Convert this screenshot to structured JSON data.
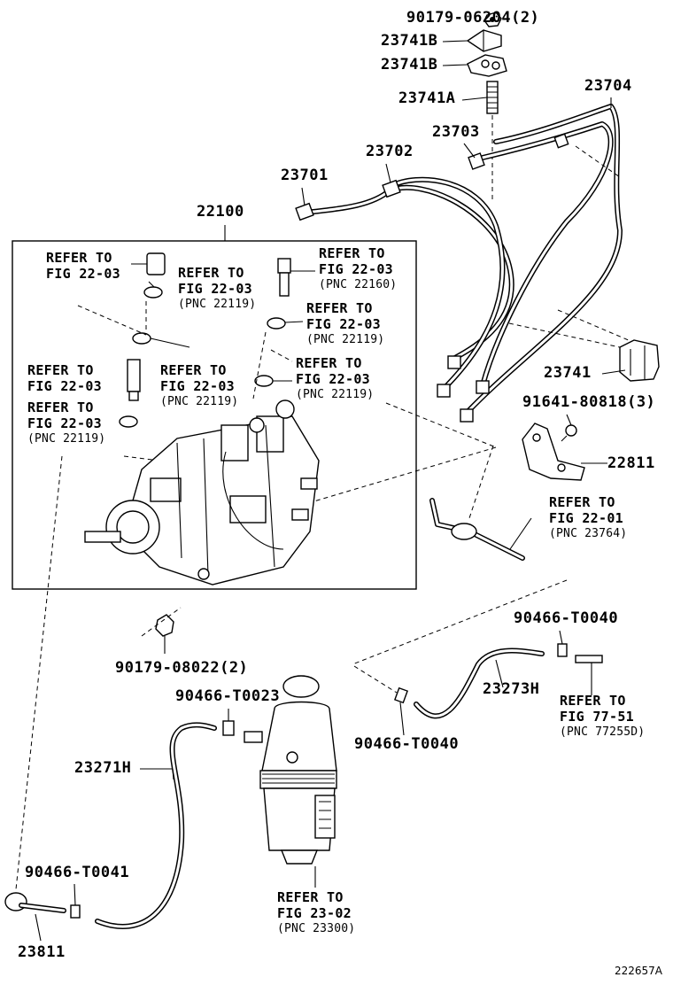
{
  "parts": {
    "p90179_06204": "90179-06204(2)",
    "p23741b_1": "23741B",
    "p23741b_2": "23741B",
    "p23741a": "23741A",
    "p23704": "23704",
    "p23703": "23703",
    "p23702": "23702",
    "p23701": "23701",
    "p22100": "22100",
    "p23741": "23741",
    "p91641": "91641-80818(3)",
    "p22811": "22811",
    "p90179_08022": "90179-08022(2)",
    "p90466_t0040_a": "90466-T0040",
    "p23273h": "23273H",
    "p90466_t0023": "90466-T0023",
    "p90466_t0040_b": "90466-T0040",
    "p23271h": "23271H",
    "p90466_t0041": "90466-T0041",
    "p23811": "23811"
  },
  "refs": {
    "r1": [
      "REFER TO",
      "FIG 22-03"
    ],
    "r2": [
      "REFER TO",
      "FIG 22-03",
      "(PNC 22160)"
    ],
    "r3": [
      "REFER TO",
      "FIG 22-03",
      "(PNC 22119)"
    ],
    "r4": [
      "REFER TO",
      "FIG 22-03",
      "(PNC 22119)"
    ],
    "r5": [
      "REFER TO",
      "FIG 22-03"
    ],
    "r6": [
      "REFER TO",
      "FIG 22-03",
      "(PNC 22119)"
    ],
    "r7": [
      "REFER TO",
      "FIG 22-03",
      "(PNC 22119)"
    ],
    "r8": [
      "REFER TO",
      "FIG 22-03",
      "(PNC 22119)"
    ],
    "r9": [
      "REFER TO",
      "FIG 22-01",
      "(PNC 23764)"
    ],
    "r10": [
      "REFER TO",
      "FIG 77-51",
      "(PNC 77255D)"
    ],
    "r11": [
      "REFER TO",
      "FIG 23-02",
      "(PNC 23300)"
    ]
  },
  "catalog_number": "222657A"
}
